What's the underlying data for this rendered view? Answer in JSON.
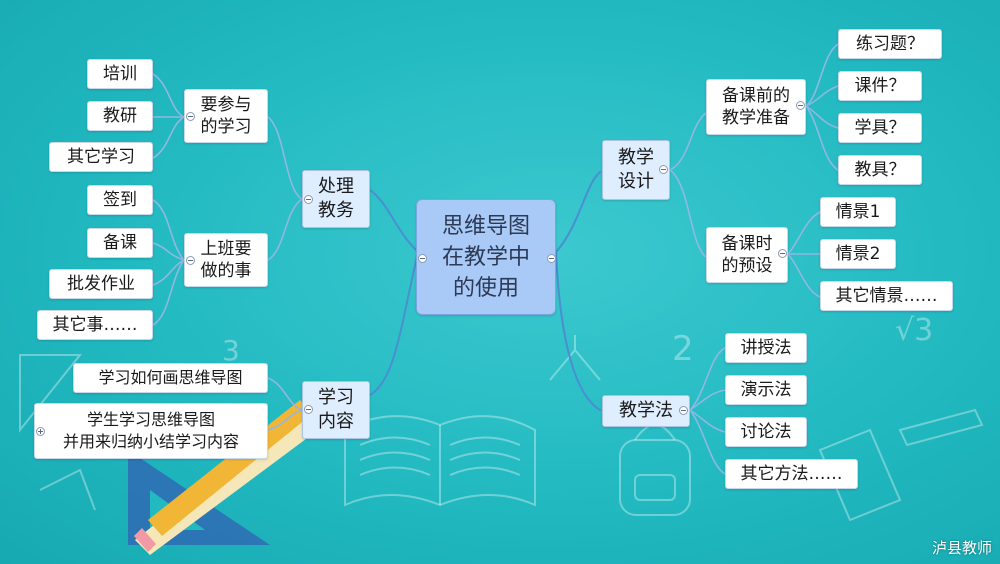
{
  "center": "思维导图\n在教学中\n的使用",
  "left": {
    "branch1": {
      "label": "处理\n教务",
      "sub1": {
        "label": "要参与\n的学习",
        "items": [
          "培训",
          "教研",
          "其它学习"
        ]
      },
      "sub2": {
        "label": "上班要\n做的事",
        "items": [
          "签到",
          "备课",
          "批发作业",
          "其它事……"
        ]
      }
    },
    "branch2": {
      "label": "学习\n内容",
      "items": [
        "学习如何画思维导图",
        "学生学习思维导图\n并用来归纳小结学习内容"
      ]
    }
  },
  "right": {
    "branch1": {
      "label": "教学\n设计",
      "sub1": {
        "label": "备课前的\n教学准备",
        "items": [
          "练习题？",
          "课件？",
          "学具？",
          "教具？"
        ]
      },
      "sub2": {
        "label": "备课时\n的预设",
        "items": [
          "情景1",
          "情景2",
          "其它情景……"
        ]
      }
    },
    "branch2": {
      "label": "教学法",
      "items": [
        "讲授法",
        "演示法",
        "讨论法",
        "其它方法……"
      ]
    }
  },
  "watermark": "泸县教师",
  "colors": {
    "background": "#22b9c1",
    "center_fill": "#a9c9f6",
    "line": "#4a8fd0"
  }
}
